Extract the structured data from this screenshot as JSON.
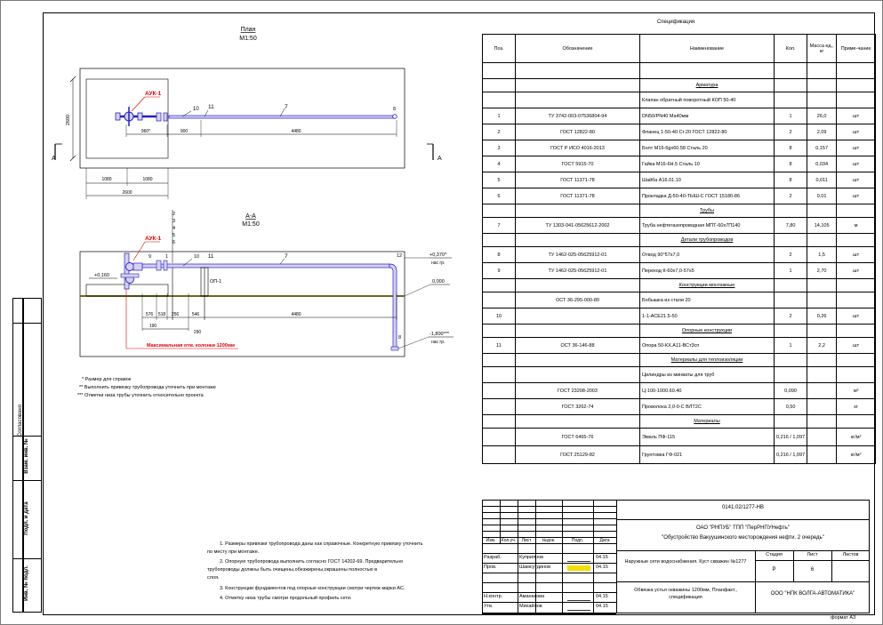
{
  "sheet": {
    "format": "формат А3",
    "side_labels": [
      "Согласовано",
      "Взам. инв. №",
      "Подп. и дата",
      "Инв. № подл."
    ]
  },
  "plan": {
    "title": "План",
    "scale": "М1:50",
    "section_mark": "А",
    "valve_label": "АУК-1",
    "dims": {
      "height": "2600",
      "d960": "960*",
      "d900": "900",
      "d4480": "4480",
      "d1080a": "1080",
      "d1080b": "1080",
      "d2600": "2600"
    },
    "pos_labels": [
      "10",
      "11",
      "7",
      "8"
    ]
  },
  "section": {
    "title": "А-А",
    "scale": "М1:50",
    "valve_label": "АУК-1",
    "stack_labels": [
      "2",
      "3",
      "4",
      "5",
      "6"
    ],
    "pos_labels": [
      "9",
      "1",
      "10",
      "11",
      "7",
      "12",
      "8"
    ],
    "level_top": "+0,370*",
    "level_top_note": "нас гр.",
    "level_left": "+0,160",
    "level_mid": "0,000",
    "level_bottom": "-1,800***",
    "level_bottom_note": "нас гр.",
    "dims": {
      "d576": "576",
      "d518": "518",
      "d256": "256",
      "d546": "546",
      "d4480": "4480",
      "d190": "190",
      "d290": "290"
    },
    "beam_label": "ОП-1",
    "red_note": "Максимальная отм. колонки 1200мм"
  },
  "footnotes": [
    "* Размер для справок",
    "** Выполнить привязку трубопровода уточнить при монтаже",
    "*** Отметки низа трубы уточнить относительно проекта"
  ],
  "notes": [
    "1. Размеры привязки трубопровода даны как справочные. Конкретную привязку уточнить",
    "по месту при монтаже.",
    "2. Опорную трубопровода выполнить согласно ГОСТ 14202-69. Предварительно",
    "трубопроводы должны быть очищены,обезжирены,окрашены полностью в",
    "слоя.",
    "3. Конструкции фундаментов под опорные конструкции смотри чертеж марки АС.",
    "4. Отметку низа трубы смотри продольный профиль сети."
  ],
  "spec": {
    "title": "Спецификация",
    "headers": [
      "Поз.",
      "Обозначение",
      "Наименование",
      "Кол.",
      "Масса ед., кг",
      "Приме-чание"
    ],
    "rows": [
      {
        "t": "sec",
        "name": "Арматура"
      },
      {
        "t": "item",
        "pos": "",
        "designation": "",
        "name": "Клапан обратный поворотный КОП 50-40",
        "qty": "",
        "mass": "",
        "note": ""
      },
      {
        "t": "item",
        "pos": "1",
        "designation": "ТУ 3742-003-07536804-94",
        "name": "DN50/PN40 Ма40мм",
        "qty": "1",
        "mass": "26,0",
        "note": "шт"
      },
      {
        "t": "item",
        "pos": "2",
        "designation": "ГОСТ 12822-80",
        "name": "Фланец 1-50-40 Ст.20 ГОСТ 12822-80",
        "qty": "2",
        "mass": "2,09",
        "note": "шт"
      },
      {
        "t": "item",
        "pos": "3",
        "designation": "ГОСТ Р ИСО 4016-2013",
        "name": "Болт М16-6gх60.58 Сталь 20",
        "qty": "8",
        "mass": "0,157",
        "note": "шт"
      },
      {
        "t": "item",
        "pos": "4",
        "designation": "ГОСТ 5915-70",
        "name": "Гайка М16-6Н.5 Сталь 10",
        "qty": "8",
        "mass": "0,034",
        "note": "шт"
      },
      {
        "t": "item",
        "pos": "5",
        "designation": "ГОСТ 11371-78",
        "name": "Шайба А16.01.10",
        "qty": "8",
        "mass": "0,011",
        "note": "шт"
      },
      {
        "t": "item",
        "pos": "6",
        "designation": "ГОСТ 11371-78",
        "name": "Прокладка Д-50-40-ТЫШ-С ГОСТ 15180-86",
        "qty": "2",
        "mass": "0,01",
        "note": "шт"
      },
      {
        "t": "sec",
        "name": "Трубы"
      },
      {
        "t": "item",
        "pos": "7",
        "designation": "ТУ 1303-041-05625612-2002",
        "name": "Труба нефтегазопроводная МПТ-60х7П140",
        "qty": "7,80",
        "mass": "14,105",
        "note": "м"
      },
      {
        "t": "sec",
        "name": "Детали трубопроводов"
      },
      {
        "t": "item",
        "pos": "8",
        "designation": "ТУ 1462-025-05625912-01",
        "name": "Отвод 90°57х7,0",
        "qty": "2",
        "mass": "1,5",
        "note": "шт"
      },
      {
        "t": "item",
        "pos": "9",
        "designation": "ТУ 1462-025-05625912-01",
        "name": "Переход К-60х7,0-57х5",
        "qty": "1",
        "mass": "2,70",
        "note": "шт"
      },
      {
        "t": "sec",
        "name": "Конструкции монтажные"
      },
      {
        "t": "item",
        "pos": "",
        "designation": "ОСТ 36-295-000-80",
        "name": "Бобышка из стали 20",
        "qty": "",
        "mass": "",
        "note": ""
      },
      {
        "t": "item",
        "pos": "10",
        "designation": "",
        "name": "1-1-АСЕ21.5-50",
        "qty": "2",
        "mass": "0,26",
        "note": "шт"
      },
      {
        "t": "sec",
        "name": "Опорные конструкции"
      },
      {
        "t": "item",
        "pos": "11",
        "designation": "ОСТ 36-146-88",
        "name": "Опора 50-КХ.А11-ВСт3сп",
        "qty": "1",
        "mass": "2,2",
        "note": "шт"
      },
      {
        "t": "sec",
        "name": "Материалы для теплоизоляции"
      },
      {
        "t": "item",
        "pos": "",
        "designation": "",
        "name": "Цилиндры из минваты для труб",
        "qty": "",
        "mass": "",
        "note": ""
      },
      {
        "t": "item",
        "pos": "",
        "designation": "ГОСТ 23208-2003",
        "name": "Ц-100-1000.60.40",
        "qty": "0,090",
        "mass": "",
        "note": "м³"
      },
      {
        "t": "item",
        "pos": "",
        "designation": "ГОСТ 3262-74",
        "name": "Проволока 2,0-0-С ВЛТ2С",
        "qty": "0,50",
        "mass": "",
        "note": "кг"
      },
      {
        "t": "sec",
        "name": "Материалы"
      },
      {
        "t": "item",
        "pos": "",
        "designation": "ГОСТ 6465-76",
        "name": "Эмаль ПФ-115",
        "qty": "0,216 / 1,097",
        "mass": "",
        "note": "кг/м²"
      },
      {
        "t": "item",
        "pos": "",
        "designation": "ГОСТ 25129-82",
        "name": "Грунтовка ГФ-021",
        "qty": "0,216 / 1,097",
        "mass": "",
        "note": "кг/м²"
      }
    ]
  },
  "title_block": {
    "doc_code": "0141.02/1277-НВ",
    "org": "ОАО \"РНПУБ\" ТПП \"ПерРНПУНефть\"",
    "project": "\"Обустройство Вакуушинского месторождения нефти. 2 очередь\"",
    "sheet_name": "Наружные сети водоснабжения. Куст скважин №1277",
    "sheet_sub": "Обвязка устья скважины 1200мм, Планфакт., спецификация",
    "company": "ООО \"НПК ВОЛГА-АВТОМАТИКА\"",
    "headers": {
      "izm": "Изм.",
      "kol": "Кол.уч.",
      "list": "Лист",
      "doc": "№док.",
      "podp": "Подп.",
      "data": "Дата",
      "stadia": "Стадия",
      "list2": "Лист",
      "listov": "Листов"
    },
    "stage": "Р",
    "sheet_no": "6",
    "sheets_total": "",
    "people": [
      {
        "role": "Разраб.",
        "name": "Куприянов",
        "date": "04.15"
      },
      {
        "role": "Пров.",
        "name": "Шамсутдинов",
        "date": "04.15"
      },
      {
        "role": "",
        "name": "",
        "date": ""
      },
      {
        "role": "",
        "name": "",
        "date": ""
      },
      {
        "role": "Н.контр.",
        "name": "Аманакова",
        "date": "04.15"
      },
      {
        "role": "Утв.",
        "name": "Михайлов",
        "date": "04.15"
      }
    ]
  },
  "colors": {
    "line": "#000000",
    "pipe": "#2020c8",
    "pipe_fill": "#d8d0f0",
    "red": "#e00000",
    "ground": "#6a6a20",
    "yellow": "#f0e000"
  }
}
